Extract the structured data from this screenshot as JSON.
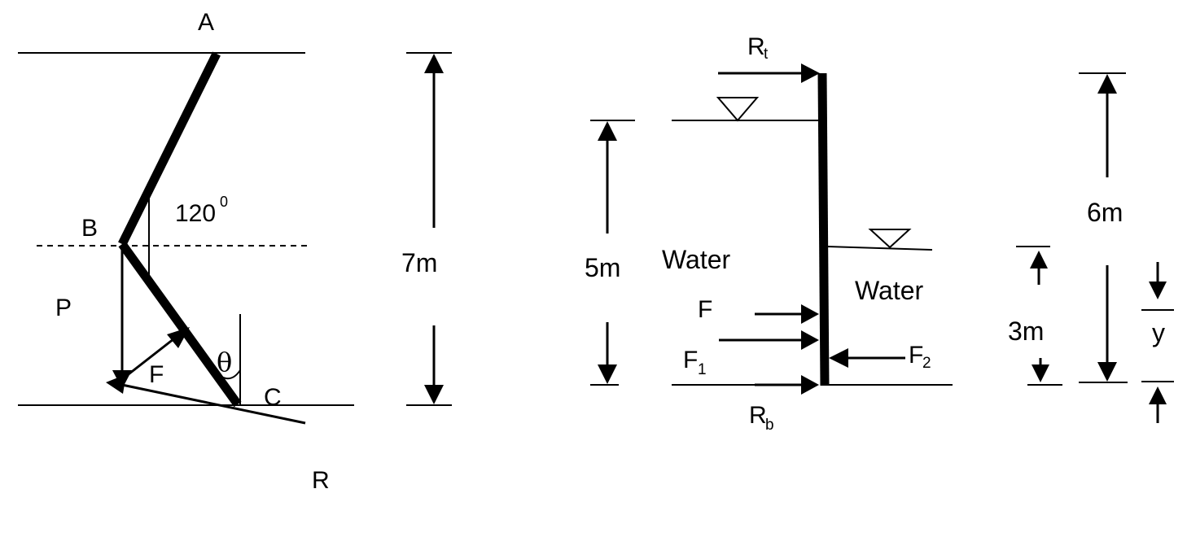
{
  "left_figure": {
    "label_a": "A",
    "label_b": "B",
    "label_c": "C",
    "label_p": "P",
    "label_f": "F",
    "label_r": "R",
    "label_theta": "θ",
    "angle_value": "120",
    "angle_superscript": "0",
    "dim_height": "7m"
  },
  "right_figure": {
    "label_rt_main": "R",
    "label_rt_sub": "t",
    "label_rb_main": "R",
    "label_rb_sub": "b",
    "label_f": "F",
    "label_f1_main": "F",
    "label_f1_sub": "1",
    "label_f2_main": "F",
    "label_f2_sub": "2",
    "water_left": "Water",
    "water_right": "Water",
    "dim_5m": "5m",
    "dim_6m": "6m",
    "dim_3m": "3m",
    "dim_y": "y"
  }
}
